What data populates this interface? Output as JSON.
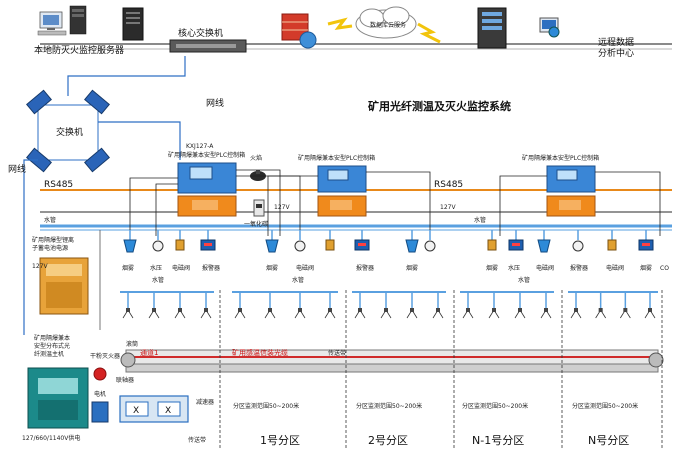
{
  "title": "矿用光纤测温及灭火监控系统",
  "top": {
    "local_server": "本地防灭火监控服务器",
    "core_switch": "核心交换机",
    "cloud": "数据库云服务",
    "remote_center": "远程数据分析中心"
  },
  "network": {
    "switch": "交换机",
    "net_line_1": "网线",
    "net_line_2": "网线",
    "rs485_left": "RS485",
    "rs485_right": "RS485",
    "water_pipe_left": "水管",
    "water_pipe_right": "水管",
    "v127_left": "127V",
    "v127_right": "127V",
    "v127_side": "127V"
  },
  "controller": {
    "model": "KXJ127-A",
    "name_1": "矿用隔爆兼本安型PLC控制箱",
    "name_2": "矿用隔爆兼本安型PLC控制箱",
    "name_3": "矿用隔爆兼本安型PLC控制箱",
    "flame": "火焰",
    "co": "一氧化碳",
    "co_short": "CO"
  },
  "devices": {
    "smoke": "烟雾",
    "water_pressure": "水压",
    "solenoid": "电磁阀",
    "alarm": "报警器",
    "water_pipe": "水管"
  },
  "left_units": {
    "battery": "矿用隔爆型锂离子蓄电池电源",
    "fiber_host": "矿用隔爆兼本安型分布式光纤测温主机",
    "voltage": "127/660/1140V供电",
    "extinguisher": "干粉灭火器",
    "motor": "电机",
    "coupling": "联轴器",
    "reducer": "减速器",
    "roller": "滚筒",
    "gear_x1": "X",
    "gear_x2": "X"
  },
  "belt": {
    "channel": "通道1",
    "cable": "矿用感温信装光缆",
    "belt": "传送带",
    "belt_bottom": "传送带"
  },
  "zones": [
    {
      "range": "分区监测范围50~200米",
      "name": "1号分区"
    },
    {
      "range": "分区监测范围50~200米",
      "name": "2号分区"
    },
    {
      "range": "分区监测范围50~200米",
      "name": "N-1号分区"
    },
    {
      "range": "分区监测范围50~200米",
      "name": "N号分区"
    }
  ],
  "colors": {
    "network": "#2e6fc4",
    "rs485": "#e8891a",
    "pipe": "#5aa0e0",
    "power": "#555555",
    "belt_red": "#cc1111",
    "plc_blue": "#3a86d6",
    "plc_orange": "#f08a1c"
  }
}
